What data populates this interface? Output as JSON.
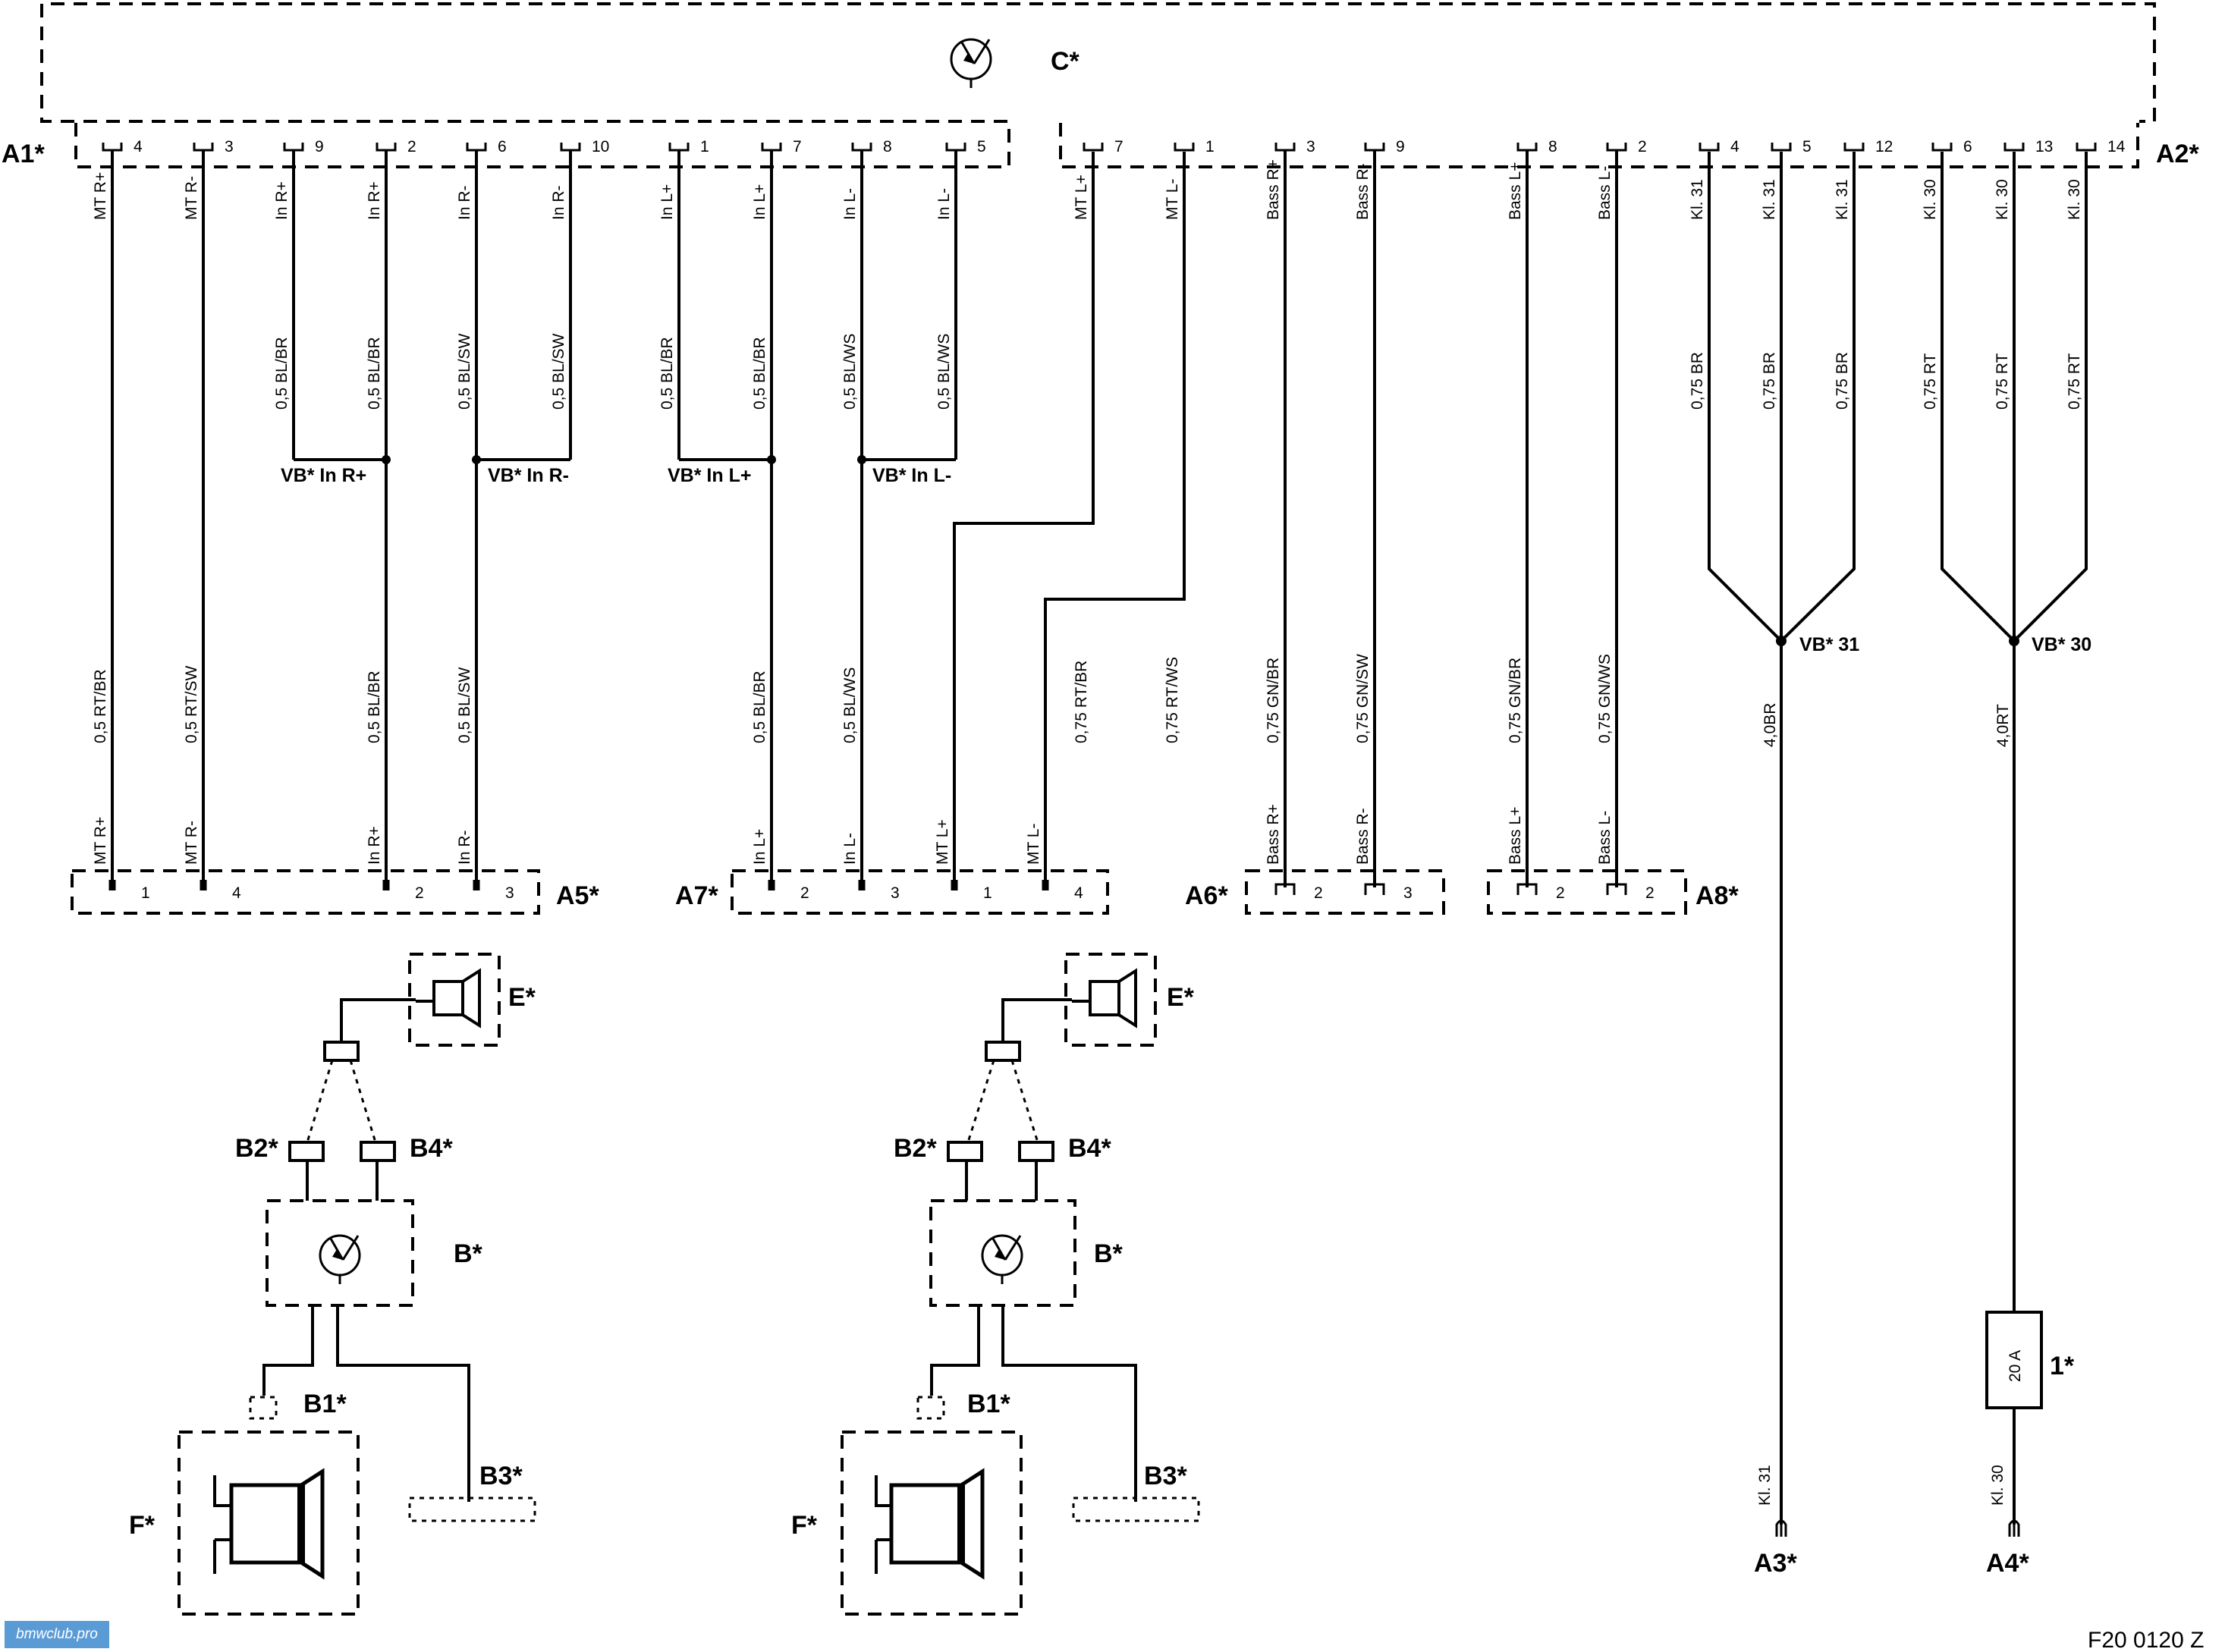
{
  "components": {
    "C": "C*",
    "A1": "A1*",
    "A2": "A2*",
    "A3": "A3*",
    "A4": "A4*",
    "A5": "A5*",
    "A6": "A6*",
    "A7": "A7*",
    "A8": "A8*",
    "E": "E*",
    "B": "B*",
    "B1": "B1*",
    "B2": "B2*",
    "B3": "B3*",
    "B4": "B4*",
    "F": "F*",
    "fuse": "1*"
  },
  "fuse_rating": "20 A",
  "splices": [
    "VB* In R+",
    "VB* In R-",
    "VB* In L+",
    "VB* In L-",
    "VB* 31",
    "VB* 30"
  ],
  "wires": [
    {
      "conn": "A1*",
      "pin": "4",
      "signal": "MT R+",
      "spec_top": "",
      "spec_bottom": "0,5 RT/BR",
      "target": "A5*",
      "target_pin": "1",
      "target_signal": "MT R+"
    },
    {
      "conn": "A1*",
      "pin": "3",
      "signal": "MT R-",
      "spec_top": "",
      "spec_bottom": "0,5 RT/SW",
      "target": "A5*",
      "target_pin": "4",
      "target_signal": "MT R-"
    },
    {
      "conn": "A1*",
      "pin": "9",
      "signal": "In R+",
      "spec_top": "0,5 BL/BR",
      "spec_bottom": "",
      "target": "VB* In R+"
    },
    {
      "conn": "A1*",
      "pin": "2",
      "signal": "In R+",
      "spec_top": "0,5 BL/BR",
      "spec_bottom": "0,5 BL/BR",
      "target": "A5*",
      "target_pin": "2",
      "target_signal": "In R+"
    },
    {
      "conn": "A1*",
      "pin": "6",
      "signal": "In R-",
      "spec_top": "0,5 BL/SW",
      "spec_bottom": "0,5 BL/SW",
      "target": "A5*",
      "target_pin": "3",
      "target_signal": "In R-"
    },
    {
      "conn": "A1*",
      "pin": "10",
      "signal": "In R-",
      "spec_top": "0,5 BL/SW",
      "spec_bottom": "",
      "target": "VB* In R-"
    },
    {
      "conn": "A1*",
      "pin": "1",
      "signal": "In L+",
      "spec_top": "0,5 BL/BR",
      "spec_bottom": "",
      "target": "VB* In L+"
    },
    {
      "conn": "A1*",
      "pin": "7",
      "signal": "In L+",
      "spec_top": "0,5 BL/BR",
      "spec_bottom": "0,5 BL/BR",
      "target": "A7*",
      "target_pin": "2",
      "target_signal": "In L+"
    },
    {
      "conn": "A1*",
      "pin": "8",
      "signal": "In L-",
      "spec_top": "0,5 BL/WS",
      "spec_bottom": "0,5 BL/WS",
      "target": "A7*",
      "target_pin": "3",
      "target_signal": "In L-"
    },
    {
      "conn": "A1*",
      "pin": "5",
      "signal": "In L-",
      "spec_top": "0,5 BL/WS",
      "spec_bottom": "",
      "target": "VB* In L-"
    },
    {
      "conn": "A2*",
      "pin": "7",
      "signal": "MT L+",
      "spec_top": "",
      "spec_bottom": "0,75 RT/BR",
      "target": "A7*",
      "target_pin": "1",
      "target_signal": "MT L+"
    },
    {
      "conn": "A2*",
      "pin": "1",
      "signal": "MT L-",
      "spec_top": "",
      "spec_bottom": "0,75 RT/WS",
      "target": "A7*",
      "target_pin": "4",
      "target_signal": "MT L-"
    },
    {
      "conn": "A2*",
      "pin": "3",
      "signal": "Bass R+",
      "spec_top": "",
      "spec_bottom": "0,75 GN/BR",
      "target": "A6*",
      "target_pin": "2",
      "target_signal": "Bass R+"
    },
    {
      "conn": "A2*",
      "pin": "9",
      "signal": "Bass R-",
      "spec_top": "",
      "spec_bottom": "0,75 GN/SW",
      "target": "A6*",
      "target_pin": "3",
      "target_signal": "Bass R-"
    },
    {
      "conn": "A2*",
      "pin": "8",
      "signal": "Bass L+",
      "spec_top": "",
      "spec_bottom": "0,75 GN/BR",
      "target": "A8*",
      "target_pin": "2",
      "target_signal": "Bass L+"
    },
    {
      "conn": "A2*",
      "pin": "2",
      "signal": "Bass L-",
      "spec_top": "",
      "spec_bottom": "0,75 GN/WS",
      "target": "A8*",
      "target_pin": "2",
      "target_signal": "Bass L-"
    },
    {
      "conn": "A2*",
      "pin": "4",
      "signal": "Kl. 31",
      "spec_top": "0,75 BR",
      "spec_bottom": "",
      "target": "VB* 31"
    },
    {
      "conn": "A2*",
      "pin": "5",
      "signal": "Kl. 31",
      "spec_top": "0,75 BR",
      "spec_bottom": "",
      "target": "VB* 31"
    },
    {
      "conn": "A2*",
      "pin": "12",
      "signal": "Kl. 31",
      "spec_top": "0,75 BR",
      "spec_bottom": "",
      "target": "VB* 31"
    },
    {
      "conn": "A2*",
      "pin": "6",
      "signal": "Kl. 30",
      "spec_top": "0,75 RT",
      "spec_bottom": "",
      "target": "VB* 30"
    },
    {
      "conn": "A2*",
      "pin": "13",
      "signal": "Kl. 30",
      "spec_top": "0,75 RT",
      "spec_bottom": "",
      "target": "VB* 30"
    },
    {
      "conn": "A2*",
      "pin": "14",
      "signal": "Kl. 30",
      "spec_top": "0,75 RT",
      "spec_bottom": "",
      "target": "VB* 30"
    }
  ],
  "trunks": [
    {
      "from": "VB* 31",
      "spec": "4,0BR",
      "terminal": "A3*",
      "signal": "Kl. 31"
    },
    {
      "from": "VB* 30",
      "spec": "4,0RT",
      "terminal": "A4*",
      "signal": "Kl. 30"
    }
  ],
  "figure_code": "F20 0120 Z",
  "watermark": "bmwclub.pro"
}
